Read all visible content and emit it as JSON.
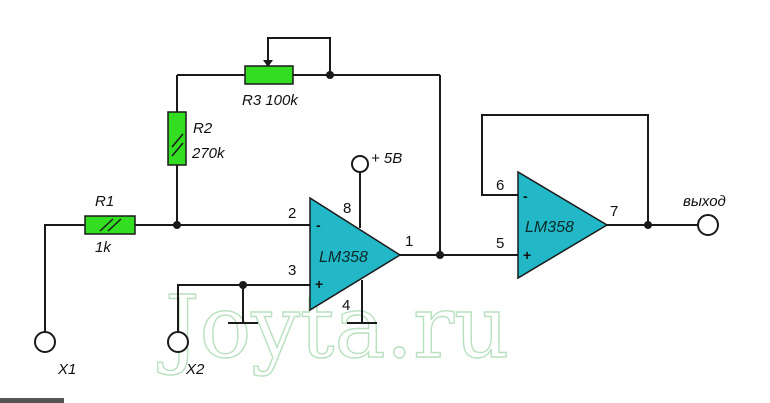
{
  "watermark": "Joyta.ru",
  "components": {
    "r1": {
      "name": "R1",
      "value": "1k"
    },
    "r2": {
      "name": "R2",
      "value": "270k"
    },
    "r3": {
      "name": "R3 100k"
    },
    "u1": {
      "chip": "LM358",
      "pin_inv": "2",
      "pin_noninv": "3",
      "pin_vcc": "8",
      "pin_gnd": "4",
      "pin_out": "1",
      "minus": "-",
      "plus": "+"
    },
    "u2": {
      "chip": "LM358",
      "pin_inv": "6",
      "pin_noninv": "5",
      "pin_out": "7",
      "minus": "-",
      "plus": "+"
    }
  },
  "supply": "+ 5B",
  "terminals": {
    "x1": "X1",
    "x2": "X2",
    "out": "выход"
  }
}
